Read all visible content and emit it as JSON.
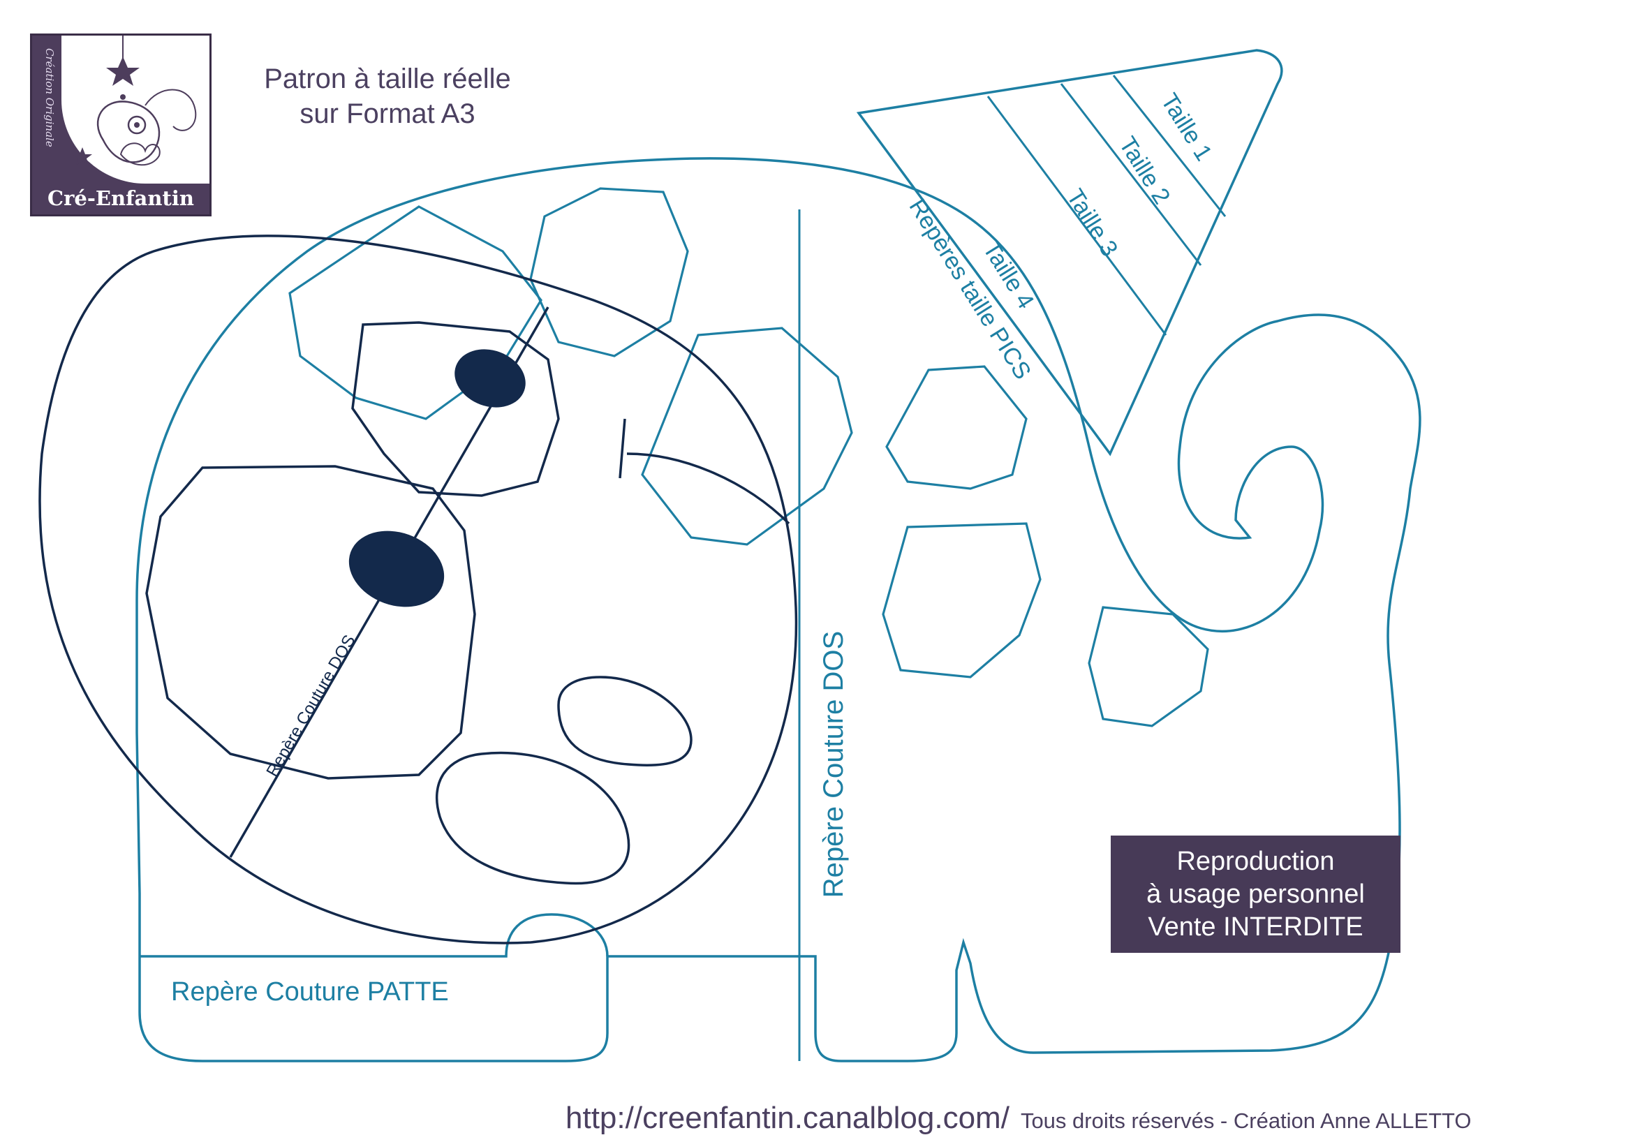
{
  "title": {
    "line1": "Patron à taille réelle",
    "line2": "sur Format A3"
  },
  "logo": {
    "name": "Cré-Enfantin",
    "side_text": "Création Originale"
  },
  "labels": {
    "spine": "Repère Couture DOS",
    "face_seam": "Repère Couture DOS",
    "leg_seam": "Repère Couture PATTE",
    "pics_marks": "Repères taille PICS",
    "size1": "Taille 1",
    "size2": "Taille 2",
    "size3": "Taille 3",
    "size4": "Taille 4"
  },
  "notice": {
    "line1": "Reproduction",
    "line2": "à usage personnel",
    "line3": "Vente INTERDITE"
  },
  "footer": {
    "url": "http://creenfantin.canalblog.com/",
    "rights": "Tous droits réservés - Création Anne ALLETTO"
  },
  "colors": {
    "pattern_line": "#1d7fa3",
    "face_line": "#13294b",
    "brand": "#4d3d5c"
  }
}
